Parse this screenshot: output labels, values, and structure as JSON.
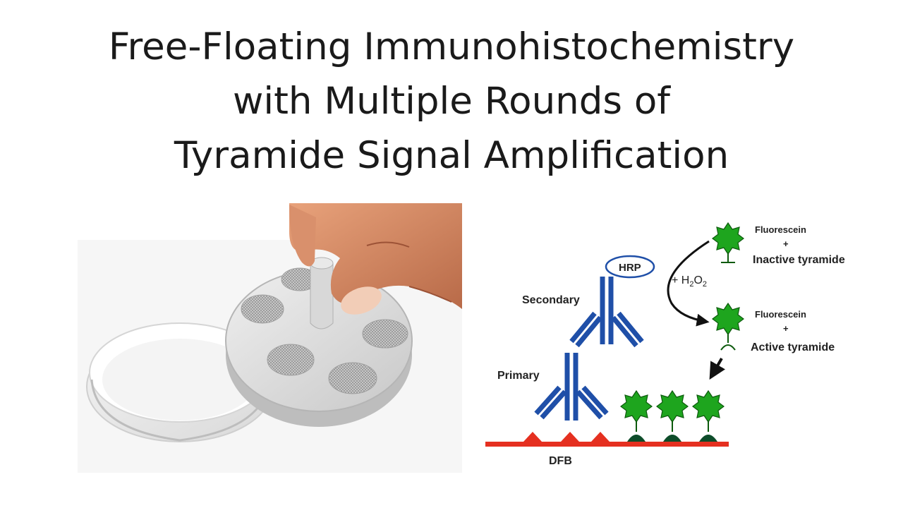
{
  "slide": {
    "title_lines": [
      "Free-Floating  Immunohistochemistry",
      "with Multiple Rounds of",
      "Tyramide Signal Amplification"
    ]
  },
  "diagram": {
    "labels": {
      "hrp": "HRP",
      "h2o2_prefix": "+ H",
      "h2o2_sub1": "2",
      "h2o2_o": "O",
      "h2o2_sub2": "2",
      "secondary": "Secondary",
      "primary": "Primary",
      "dfb": "DFB",
      "fluorescein_1": "Fluorescein",
      "plus_1": "+",
      "inactive_tyramide": "Inactive tyramide",
      "fluorescein_2": "Fluorescein",
      "plus_2": "+",
      "active_tyramide": "Active tyramide"
    },
    "colors": {
      "antibody": "#1f4fa8",
      "membrane": "#e53020",
      "fluorescein": "#1ea51e",
      "tyramide_cap": "#0d4d2a",
      "arrow": "#111111"
    }
  }
}
